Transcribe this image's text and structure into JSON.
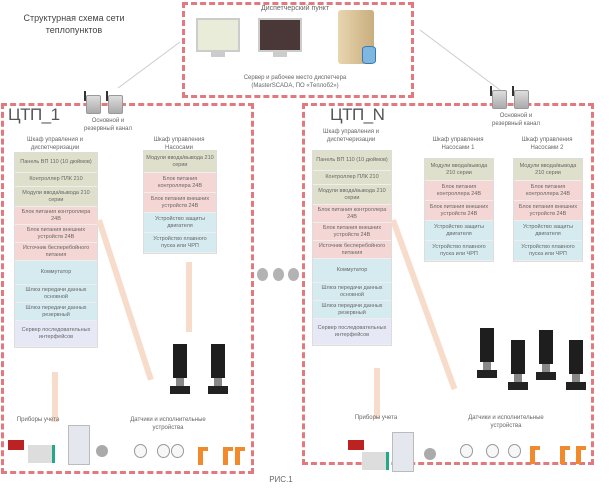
{
  "diagram": {
    "title_line1": "Структурная схема сети",
    "title_line2": "теплопунктов",
    "figure_label": "РИС.1",
    "dispatch": {
      "title": "Диспетчерский пункт",
      "caption_line1": "Сервер и рабочее место диспетчера",
      "caption_line2": "(MasterSCADA, ПО «Теплоб2»)",
      "items": [
        "monitor-map",
        "monitor-scada",
        "server"
      ]
    },
    "modem_label_line1": "Основной и",
    "modem_label_line2": "резервный канал",
    "ctp1": {
      "name": "ЦТП_1",
      "cabinet_dispatch_title": "Шкаф управления и диспетчеризации",
      "cabinet_dispatch": [
        {
          "label": "Панель ВП 110 (10 дюймов)",
          "color": "green"
        },
        {
          "label": "Контроллер ПЛК 210",
          "color": "green"
        },
        {
          "label": "Модули ввода/вывода 210 серии",
          "color": "green"
        },
        {
          "label": "Блок питания контроллера 24В",
          "color": "red"
        },
        {
          "label": "Блок питания внешних устройств 24В",
          "color": "red"
        },
        {
          "label": "Источник бесперебойного питания",
          "color": "red"
        },
        {
          "label": "Коммутатор",
          "color": "blue"
        },
        {
          "label": "Шлюз передачи данных основной",
          "color": "blue"
        },
        {
          "label": "Шлюз передачи данных резервный",
          "color": "blue"
        },
        {
          "label": "Сервер последовательных интерфейсов",
          "color": "violet"
        }
      ],
      "cabinet_pumps_title": "Шкаф управления Насосами",
      "cabinet_pumps": [
        {
          "label": "Модули ввода/вывода 210 серии",
          "color": "green"
        },
        {
          "label": "Блок питания контроллера 24В",
          "color": "red"
        },
        {
          "label": "Блок питания внешних устройств 24В",
          "color": "red"
        },
        {
          "label": "Устройство защиты двигателя",
          "color": "blue"
        },
        {
          "label": "Устройство плавного пуска или ЧРП",
          "color": "blue"
        }
      ],
      "meters_label": "Приборы учета",
      "sensors_label_line1": "Датчики и исполнительные",
      "sensors_label_line2": "устройства"
    },
    "ctpN": {
      "name": "ЦТП_N",
      "cabinet_dispatch_title": "Шкаф управления и диспетчеризации",
      "cabinet_dispatch": [
        {
          "label": "Панель ВП 110 (10 дюймов)",
          "color": "green"
        },
        {
          "label": "Контроллер ПЛК 210",
          "color": "green"
        },
        {
          "label": "Модули ввода/вывода 210 серии",
          "color": "green"
        },
        {
          "label": "Блок питания контроллера 24В",
          "color": "red"
        },
        {
          "label": "Блок питания внешних устройств 24В",
          "color": "red"
        },
        {
          "label": "Источник бесперебойного питания",
          "color": "red"
        },
        {
          "label": "Коммутатор",
          "color": "blue"
        },
        {
          "label": "Шлюз передачи данных основной",
          "color": "blue"
        },
        {
          "label": "Шлюз передачи данных резервный",
          "color": "blue"
        },
        {
          "label": "Сервер последовательных интерфейсов",
          "color": "violet"
        }
      ],
      "cabinet_pumps1_title": "Шкаф управления Насосами 1",
      "cabinet_pumps2_title": "Шкаф управления Насосами 2",
      "cabinet_pumps": [
        {
          "label": "Модули ввода/вывода 210 серии",
          "color": "green"
        },
        {
          "label": "Блок питания контроллера 24В",
          "color": "red"
        },
        {
          "label": "Блок питания внешних устройств 24В",
          "color": "red"
        },
        {
          "label": "Устройство защиты двигателя",
          "color": "blue"
        },
        {
          "label": "Устройство плавного пуска или ЧРП",
          "color": "blue"
        }
      ],
      "meters_label": "Приборы учета",
      "sensors_label_line1": "Датчики и исполнительные",
      "sensors_label_line2": "устройства"
    }
  }
}
